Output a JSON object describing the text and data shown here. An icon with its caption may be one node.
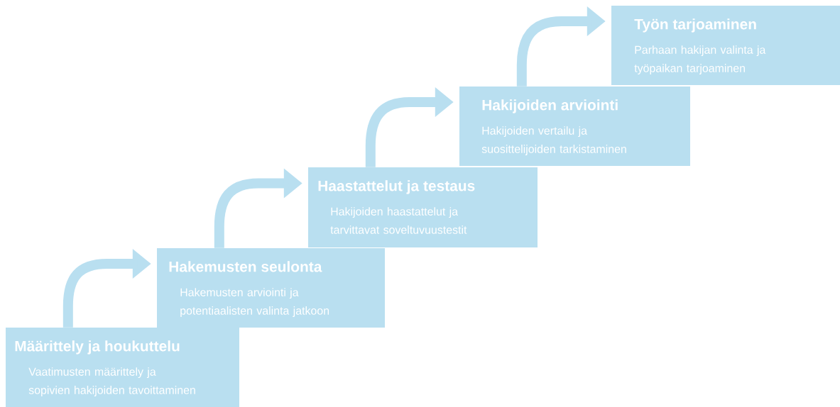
{
  "diagram": {
    "nodes": [
      {
        "text": [
          "Määrittely ja houkuttelu",
          "Vaatimusten määrittely ja sopivien hakijoiden tavoittaminen"
        ]
      },
      {
        "text": [
          "Hakemusten seulonta",
          "Hakemusten arviointi ja potentiaalisten valinta jatkoon"
        ]
      },
      {
        "text": [
          "Haastattelut ja testaus",
          "Hakijoiden haastattelut ja tarvittavat soveltuvuustestit"
        ]
      },
      {
        "text": [
          "Hakijoiden arviointi",
          "Hakijoiden vertailu ja suosittelijoiden tarkistaminen"
        ]
      },
      {
        "text": [
          "Työn tarjoaminen",
          "Parhaan hakijan valinta ja työpaikan tarjoaminen"
        ]
      }
    ],
    "edges": [
      {
        "from": 0,
        "to": 1,
        "arrow": "to"
      },
      {
        "from": 1,
        "to": 2,
        "arrow": "to"
      },
      {
        "from": 2,
        "to": 3,
        "arrow": "to"
      },
      {
        "from": 3,
        "to": 4,
        "arrow": "to"
      }
    ]
  }
}
